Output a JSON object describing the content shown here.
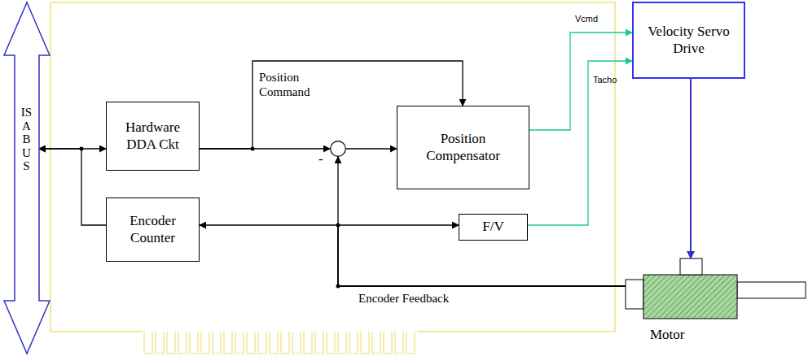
{
  "diagram": {
    "nodes": [
      {
        "text": [
          "ISA BUS"
        ]
      },
      {
        "text": [
          "Hardware DDA Ckt"
        ]
      },
      {
        "text": [
          "Encoder Counter"
        ]
      },
      {
        "text": [
          "-"
        ]
      },
      {
        "text": [
          "Position Compensator"
        ]
      },
      {
        "text": [
          "F/V"
        ]
      },
      {
        "text": [
          "Velocity Servo Drive"
        ]
      },
      {
        "text": [
          "Motor"
        ]
      }
    ],
    "edges": [
      {
        "from": 0,
        "to": 1,
        "arrow": "both"
      },
      {
        "from": 2,
        "to": 0,
        "arrow": "to"
      },
      {
        "from": 1,
        "to": 4,
        "label": "Position Command",
        "arrow": "to"
      },
      {
        "from": 1,
        "to": 3,
        "arrow": "to"
      },
      {
        "from": 3,
        "to": 4,
        "arrow": "to"
      },
      {
        "from": 7,
        "to": 3,
        "label": "Encoder Feedback",
        "arrow": "to"
      },
      {
        "from": 7,
        "to": 2,
        "arrow": "to"
      },
      {
        "from": 7,
        "to": 5,
        "arrow": "to"
      },
      {
        "from": 4,
        "to": 6,
        "label": "Vcmd",
        "arrow": "to"
      },
      {
        "from": 5,
        "to": 6,
        "label": "Tacho",
        "arrow": "to"
      },
      {
        "from": 6,
        "to": 7,
        "arrow": "to"
      }
    ]
  }
}
